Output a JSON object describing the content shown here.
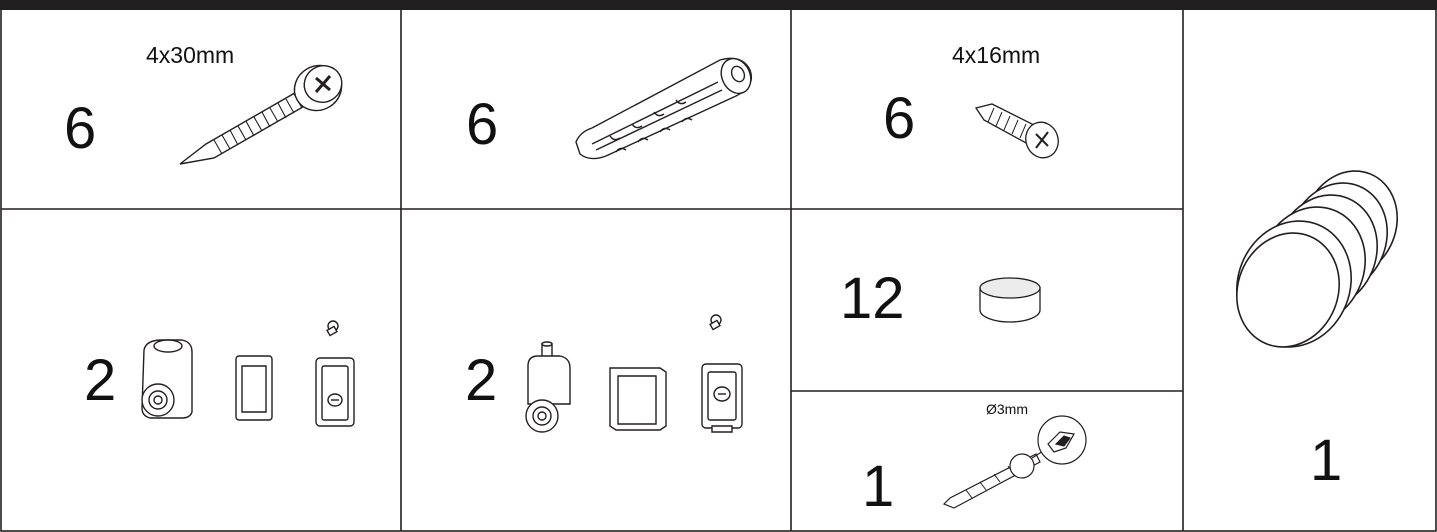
{
  "parts": [
    {
      "id": "screw-long",
      "qty": "6",
      "size": "4x30mm"
    },
    {
      "id": "wall-plug",
      "qty": "6"
    },
    {
      "id": "screw-short",
      "qty": "6",
      "size": "4x16mm"
    },
    {
      "id": "roller-set-a",
      "qty": "2"
    },
    {
      "id": "roller-set-b",
      "qty": "2"
    },
    {
      "id": "bumper-pad",
      "qty": "12"
    },
    {
      "id": "drill-bit",
      "qty": "1",
      "size": "Ø3mm"
    },
    {
      "id": "knob-handle",
      "qty": "1"
    }
  ],
  "colors": {
    "ink": "#231f20",
    "background": "#ffffff",
    "pad_fill": "#ececec"
  }
}
